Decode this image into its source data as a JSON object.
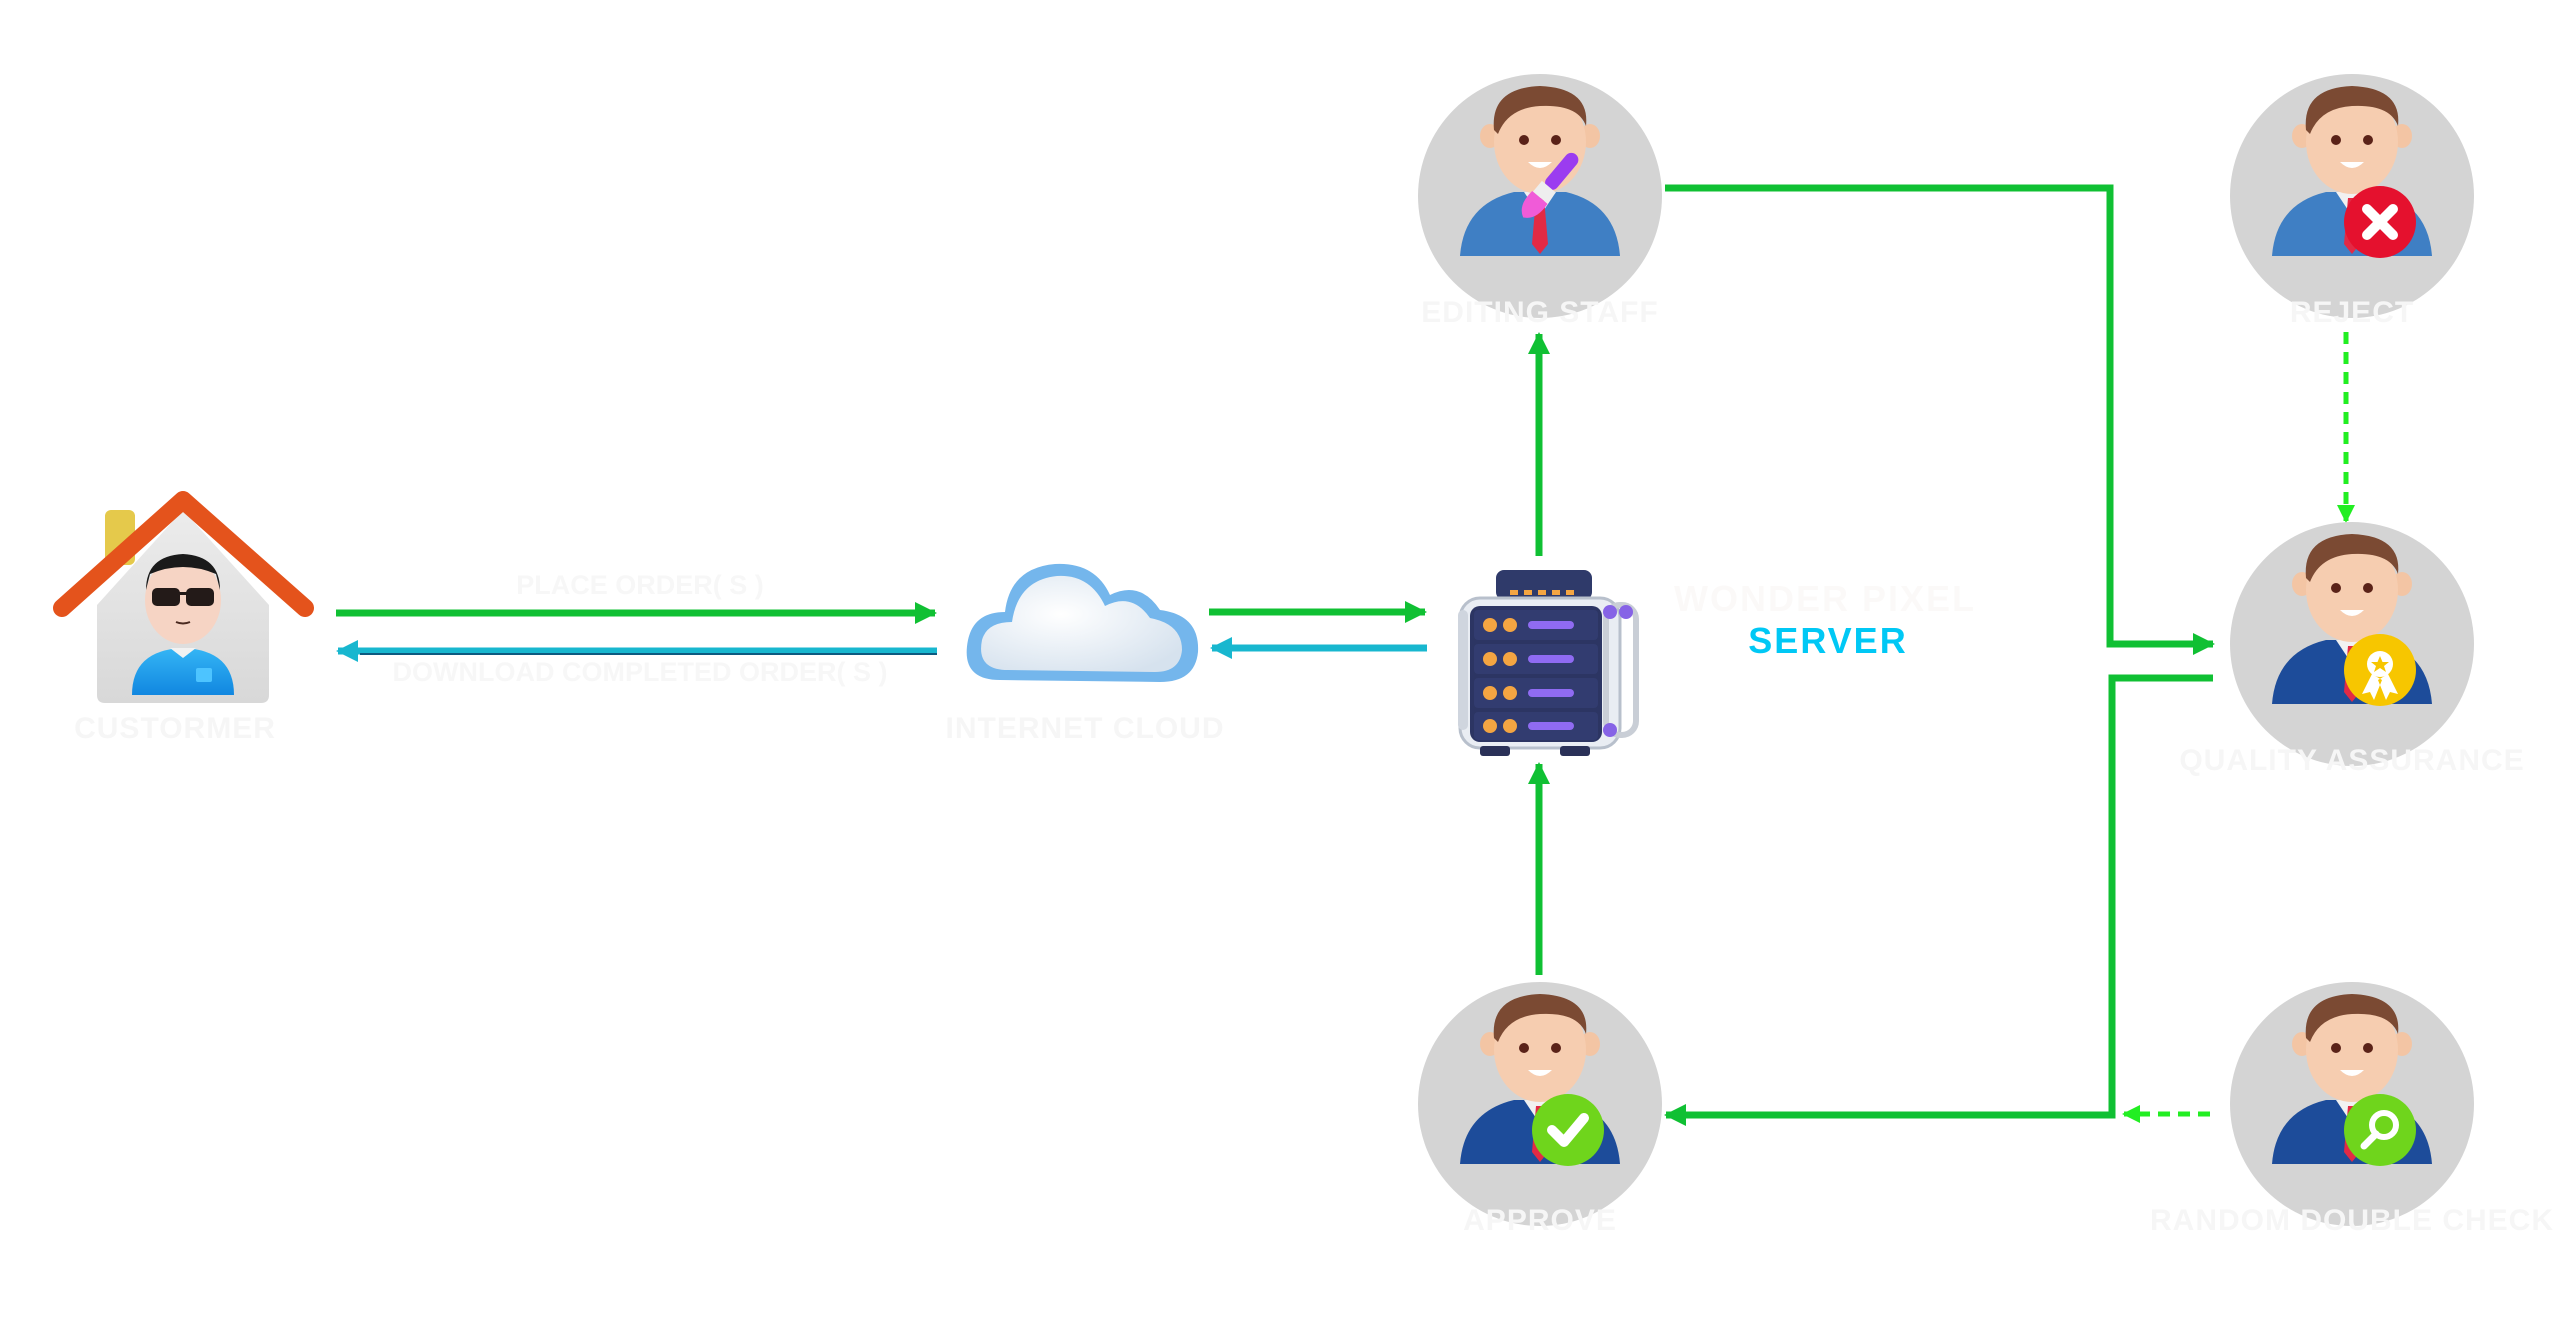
{
  "diagram": {
    "title": "Order workflow",
    "nodes": {
      "customer": {
        "label": "CUSTORMER",
        "icon": "house-customer-icon"
      },
      "cloud": {
        "label": "INTERNET CLOUD",
        "icon": "cloud-icon"
      },
      "server": {
        "title_line1": "WONDER PIXEL",
        "title_line2": "SERVER",
        "icon": "server-rack-icon"
      },
      "editing_staff": {
        "label": "EDITING STAFF",
        "badge": "paintbrush-icon"
      },
      "reject": {
        "label": "REJECT",
        "badge": "x-mark-icon"
      },
      "quality_assurance": {
        "label": "QUALITY ASSURANCE",
        "badge": "award-ribbon-icon"
      },
      "approve": {
        "label": "APPROVE",
        "badge": "checkmark-icon"
      },
      "random_double_check": {
        "label": "RANDOM DOUBLE CHECK",
        "badge": "magnifier-icon"
      }
    },
    "edges": [
      {
        "from": "customer",
        "to": "cloud",
        "label": "PLACE ORDER( S )",
        "style": "solid",
        "color": "#10c033"
      },
      {
        "from": "cloud",
        "to": "customer",
        "label": "DOWNLOAD COMPLETED  ORDER( S )",
        "style": "solid",
        "color": "#1ab3cc"
      },
      {
        "from": "cloud",
        "to": "server",
        "label": "",
        "style": "solid",
        "color": "#10c033"
      },
      {
        "from": "server",
        "to": "cloud",
        "label": "",
        "style": "solid",
        "color": "#1ab3cc"
      },
      {
        "from": "server",
        "to": "editing_staff",
        "label": "",
        "style": "solid",
        "color": "#10c033"
      },
      {
        "from": "editing_staff",
        "to": "quality_assurance",
        "label": "",
        "style": "solid",
        "color": "#10c033"
      },
      {
        "from": "reject",
        "to": "quality_assurance",
        "label": "",
        "style": "dashed",
        "color": "#22ee22"
      },
      {
        "from": "quality_assurance",
        "to": "approve",
        "label": "",
        "style": "solid",
        "color": "#10c033"
      },
      {
        "from": "random_double_check",
        "to": "approve",
        "label": "",
        "style": "dashed",
        "color": "#22ee22"
      },
      {
        "from": "approve",
        "to": "server",
        "label": "",
        "style": "solid",
        "color": "#10c033"
      }
    ],
    "colors": {
      "server_accent": "#00c8f5",
      "label_faint": "#f6f6f6",
      "circle_bg": "#d4d4d4"
    }
  }
}
